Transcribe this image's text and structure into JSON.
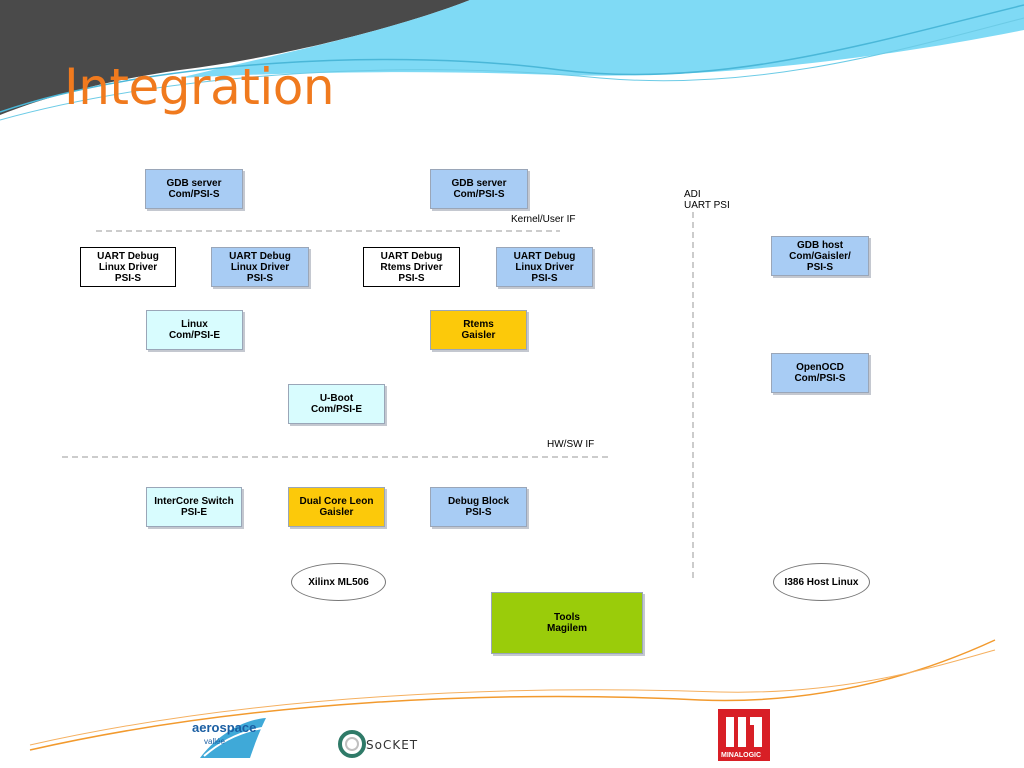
{
  "title": "Integration",
  "colors": {
    "title": "#f07a1e",
    "blue_box": "#a8ccf4",
    "cyan_box": "#d8fcfe",
    "yellow_box": "#fcc90a",
    "green_box": "#9acc0a"
  },
  "boxes": {
    "gdb_server_1": "GDB server\nCom/PSI-S",
    "gdb_server_2": "GDB server\nCom/PSI-S",
    "uart_linux_1": "UART Debug\nLinux Driver\nPSI-S",
    "uart_linux_2": "UART Debug\nLinux Driver\nPSI-S",
    "uart_rtems": "UART Debug\nRtems Driver\nPSI-S",
    "uart_linux_3": "UART Debug\nLinux Driver\nPSI-S",
    "linux": "Linux\nCom/PSI-E",
    "rtems": "Rtems\nGaisler",
    "uboot": "U-Boot\nCom/PSI-E",
    "intercore": "InterCore Switch\nPSI-E",
    "dual_core": "Dual Core Leon\nGaisler",
    "debug_block": "Debug Block\nPSI-S",
    "gdb_host": "GDB host\nCom/Gaisler/\nPSI-S",
    "openocd": "OpenOCD\nCom/PSI-S",
    "tools": "Tools\nMagilem"
  },
  "ellipses": {
    "xilinx": "Xilinx ML506",
    "i386": "I386 Host Linux"
  },
  "labels": {
    "kernel_if": "Kernel/User IF",
    "hwsw_if": "HW/SW IF",
    "adi": "ADI\nUART PSI"
  },
  "logos": {
    "aerospace": "aerospace",
    "aerospace_sub": "vallée",
    "socket": "SoCKET",
    "minalogic": "MINALOGIC"
  }
}
